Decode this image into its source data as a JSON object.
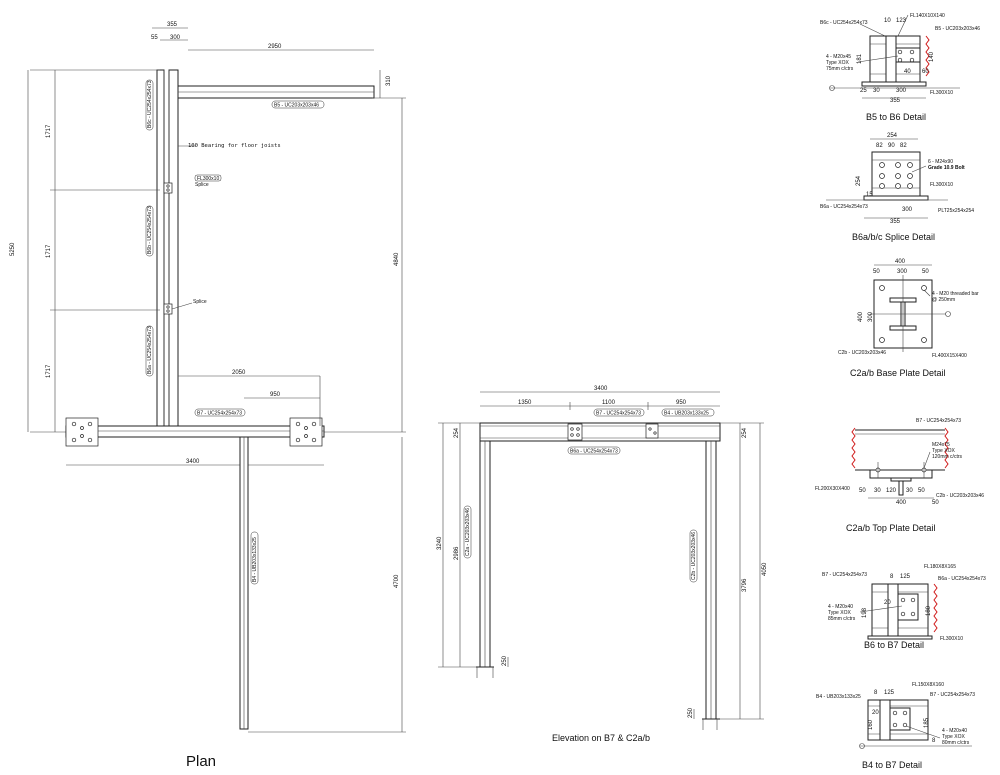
{
  "plan": {
    "title": "Plan",
    "note": "100 Bearing for floor joists",
    "dims": {
      "d355": "355",
      "d55": "55",
      "d300": "300",
      "d2950": "2950",
      "d310": "310",
      "d1717a": "1717",
      "d1717b": "1717",
      "d1717c": "1717",
      "d5250": "5250",
      "d4840": "4840",
      "d2050": "2050",
      "d950": "950",
      "d3400": "3400",
      "d4700": "4700"
    },
    "labels": {
      "b5": "B5 - UC203x203x46",
      "b6c": "B6c - UC254x254x73",
      "b6b": "B6b - UC254x254x73",
      "b6a": "B6a - UC254x254x73",
      "b7": "B7 - UC254x254x73",
      "b4": "B4 - UB203x133x25",
      "fl": "FL300x10",
      "splice1": "Splice",
      "splice2": "Splice"
    }
  },
  "elevation": {
    "title": "Elevation on B7 & C2a/b",
    "dims": {
      "d3400": "3400",
      "d1350": "1350",
      "d1100": "1100",
      "d950": "950",
      "d254l": "254",
      "d254r": "254",
      "d3240": "3240",
      "d2986": "2986",
      "d3796": "3796",
      "d4050": "4050",
      "d250a": "250",
      "d250b": "250"
    },
    "labels": {
      "b7": "B7 - UC254x254x73",
      "b4": "B4 - UB203x133x25",
      "b6a": "B6a - UC254x254x73",
      "c2a": "C2a - UC203x203x46",
      "c2b": "C2b - UC203x203x46"
    }
  },
  "details": {
    "b5b6": {
      "title": "B5 to B6 Detail",
      "fl": "FL140X10X140",
      "b6c": "B6c - UC254x254x73",
      "b5": "B5 - UC203x203x46",
      "bolts1": "4 - M20x45",
      "bolts2": "Type XOX",
      "bolts3": "75mm c/ctrs",
      "fl2": "FL300X10",
      "d10": "10",
      "d123": "123",
      "d181": "181",
      "d140": "140",
      "d60": "60",
      "d40": "40",
      "d30": "30",
      "d300": "300",
      "d355": "355",
      "d25": "25"
    },
    "splice": {
      "title": "B6a/b/c Splice Detail",
      "d254": "254",
      "d82a": "82",
      "d90": "90",
      "d82b": "82",
      "bolts1": "6 - M24x90",
      "bolts2": "Grade 10.9 Bolt",
      "fl": "FL300X10",
      "b6a": "B6a - UC254x254x73",
      "plt": "PLT25x254x254",
      "d300": "300",
      "d355": "355",
      "dside": "254",
      "d15": "15"
    },
    "base": {
      "title": "C2a/b Base Plate Detail",
      "d400": "400",
      "d50a": "50",
      "d300": "300",
      "d50b": "50",
      "d400v": "400",
      "d300v": "300",
      "bolts1": "4 - M20 threaded bar",
      "bolts2": "@ 250mm",
      "c2b": "C2b - UC203x203x46",
      "fl": "FL400X15X400"
    },
    "top": {
      "title": "C2a/b Top Plate Detail",
      "b7": "B7 - UC254x254x73",
      "bolts1": "M24x75",
      "bolts2": "Type XOX",
      "bolts3": "120mm c/ctrs",
      "fl": "FL200X30X400",
      "c2b": "C2b - UC203x203x46",
      "d50": "50",
      "d30": "30",
      "d120": "120",
      "d30b": "30",
      "d50b": "50",
      "d400": "400",
      "d50c": "50"
    },
    "b6b7": {
      "title": "B6 to B7 Detail",
      "b7": "B7 - UC254x254x73",
      "fl": "FL180X8X165",
      "b6a": "B6a - UC254x254x73",
      "bolts1": "4 - M20x40",
      "bolts2": "Type XOX",
      "bolts3": "85mm c/ctrs",
      "fl2": "FL300X10",
      "d8": "8",
      "d125": "125",
      "d20": "20",
      "d198": "198",
      "d180": "180"
    },
    "b4b7": {
      "title": "B4 to B7 Detail",
      "b4": "B4 - UB203x133x25",
      "fl": "FL150X8X160",
      "b7": "B7 - UC254x254x73",
      "bolts1": "4 - M20x40",
      "bolts2": "Type XOX",
      "bolts3": "80mm c/ctrs",
      "d8": "8",
      "d125": "125",
      "d20": "20",
      "d160": "160",
      "d185": "185",
      "d8b": "8"
    }
  }
}
